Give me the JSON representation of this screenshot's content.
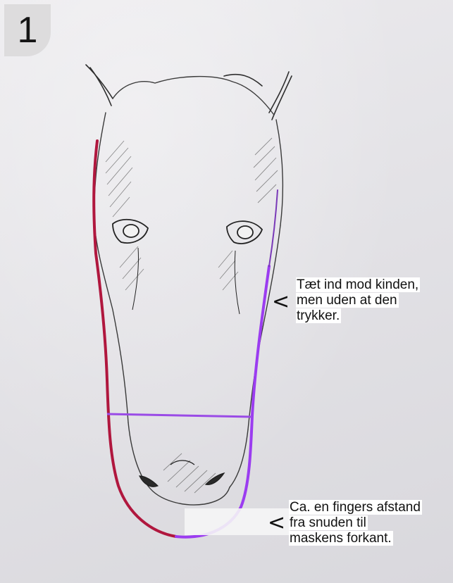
{
  "badge": {
    "number": "1"
  },
  "annotations": {
    "cheek": {
      "pointer": "<",
      "lines": [
        "Tæt ind mod kinden,",
        "men uden at den",
        "trykker."
      ]
    },
    "snout": {
      "pointer": "<",
      "lines": [
        "Ca. en fingers afstand",
        "fra snuden til",
        "maskens forkant."
      ]
    }
  },
  "colors": {
    "mask_outline_left": "#b0173e",
    "mask_outline_right": "#9b3cf0",
    "cross_strap": "#9a4be6",
    "pencil": "#2b2b2b",
    "background": "#e6e5e9"
  },
  "icons": {
    "horse_head": "horse-head-sketch-icon",
    "mask": "mask-outline-icon"
  }
}
